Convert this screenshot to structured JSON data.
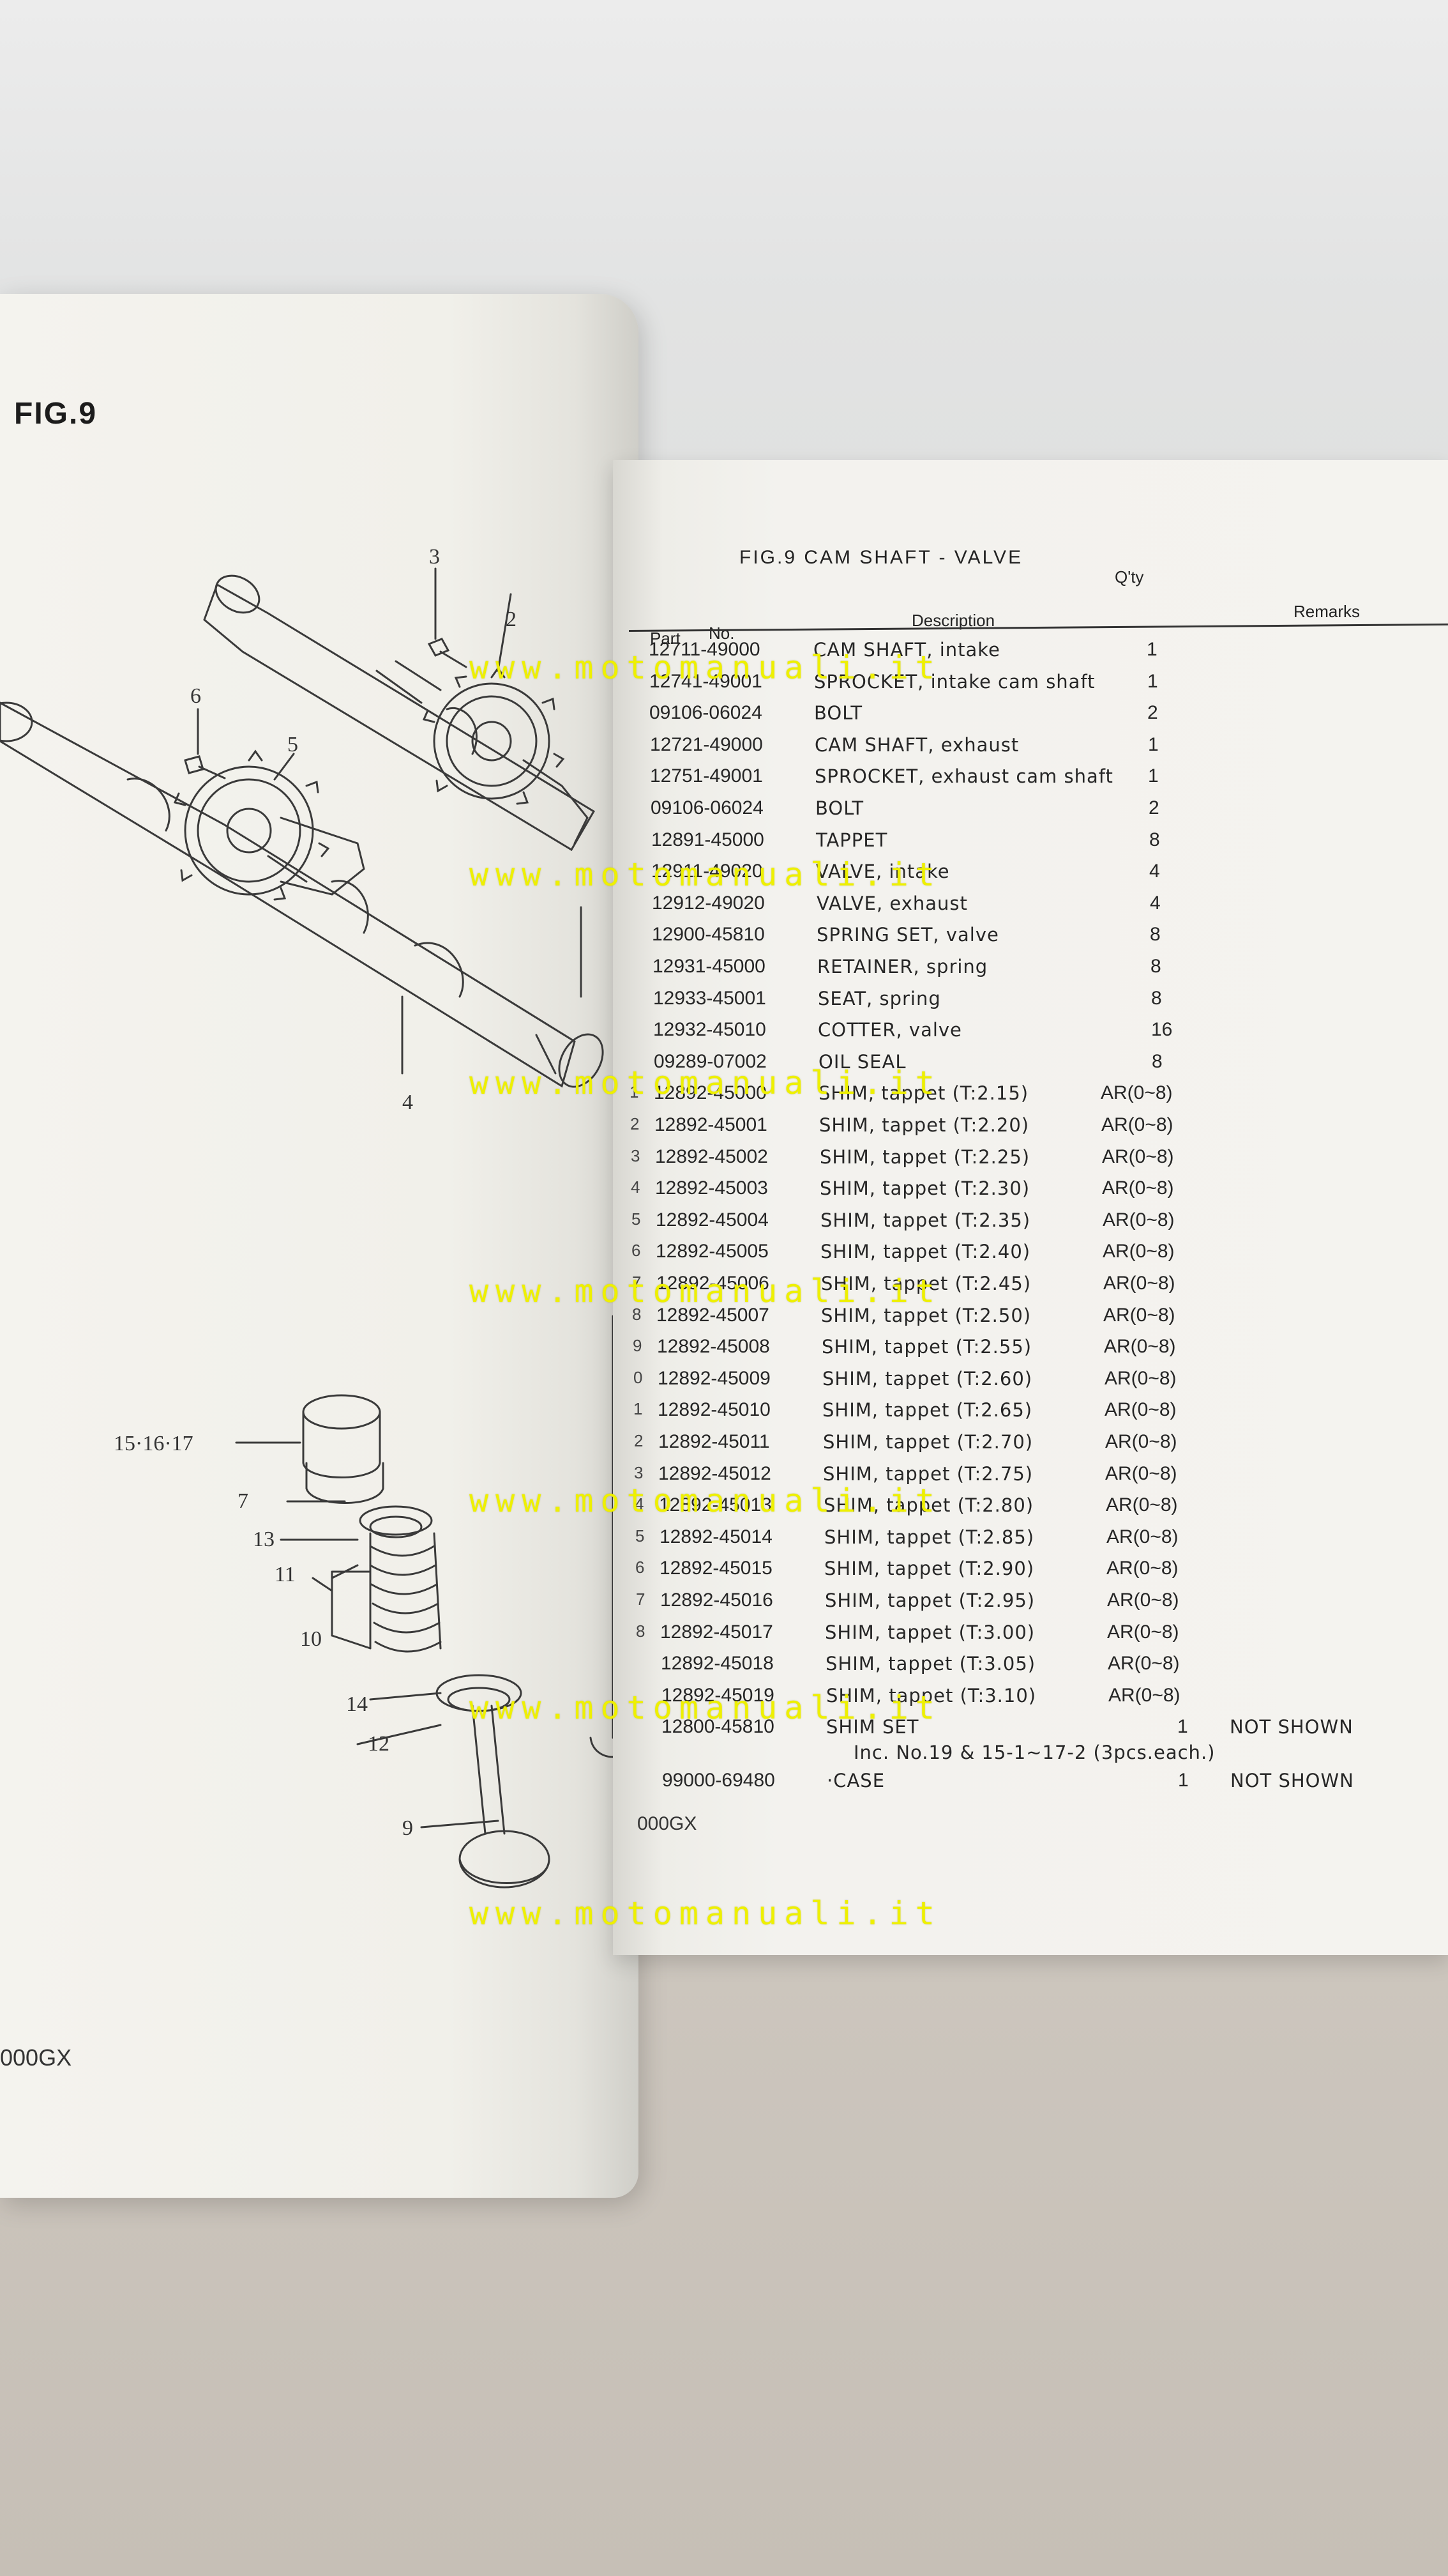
{
  "left_page": {
    "fig_label": "FIG.9",
    "model_fragment": "000GX",
    "callouts": [
      "3",
      "2",
      "6",
      "5",
      "4",
      "15·16·17",
      "7",
      "13",
      "11",
      "10",
      "14",
      "12",
      "9"
    ]
  },
  "right_page": {
    "title": "FIG.9   CAM SHAFT - VALVE",
    "headers": {
      "part": "Part",
      "no": "No.",
      "description": "Description",
      "qty": "Q'ty",
      "remarks": "Remarks"
    },
    "rows": [
      {
        "idx": "",
        "part": "12711-49000",
        "desc": "CAM SHAFT, intake",
        "qty": "1",
        "remarks": ""
      },
      {
        "idx": "",
        "part": "12741-49001",
        "desc": "SPROCKET, intake cam shaft",
        "qty": "1",
        "remarks": ""
      },
      {
        "idx": "",
        "part": "09106-06024",
        "desc": "BOLT",
        "qty": "2",
        "remarks": ""
      },
      {
        "idx": "",
        "part": "12721-49000",
        "desc": "CAM SHAFT, exhaust",
        "qty": "1",
        "remarks": ""
      },
      {
        "idx": "",
        "part": "12751-49001",
        "desc": "SPROCKET, exhaust cam shaft",
        "qty": "1",
        "remarks": ""
      },
      {
        "idx": "",
        "part": "09106-06024",
        "desc": "BOLT",
        "qty": "2",
        "remarks": ""
      },
      {
        "idx": "",
        "part": "12891-45000",
        "desc": "TAPPET",
        "qty": "8",
        "remarks": ""
      },
      {
        "idx": "",
        "part": "12911-49020",
        "desc": "VALVE, intake",
        "qty": "4",
        "remarks": ""
      },
      {
        "idx": "",
        "part": "12912-49020",
        "desc": "VALVE, exhaust",
        "qty": "4",
        "remarks": ""
      },
      {
        "idx": "",
        "part": "12900-45810",
        "desc": "SPRING SET, valve",
        "qty": "8",
        "remarks": ""
      },
      {
        "idx": "",
        "part": "12931-45000",
        "desc": "RETAINER, spring",
        "qty": "8",
        "remarks": ""
      },
      {
        "idx": "",
        "part": "12933-45001",
        "desc": "SEAT, spring",
        "qty": "8",
        "remarks": ""
      },
      {
        "idx": "",
        "part": "12932-45010",
        "desc": "COTTER, valve",
        "qty": "16",
        "remarks": ""
      },
      {
        "idx": "",
        "part": "09289-07002",
        "desc": "OIL SEAL",
        "qty": "8",
        "remarks": ""
      },
      {
        "idx": "1",
        "part": "12892-45000",
        "desc": "SHIM, tappet (T:2.15)",
        "qty": "AR(0~8)",
        "remarks": ""
      },
      {
        "idx": "2",
        "part": "12892-45001",
        "desc": "SHIM, tappet (T:2.20)",
        "qty": "AR(0~8)",
        "remarks": ""
      },
      {
        "idx": "3",
        "part": "12892-45002",
        "desc": "SHIM, tappet (T:2.25)",
        "qty": "AR(0~8)",
        "remarks": ""
      },
      {
        "idx": "4",
        "part": "12892-45003",
        "desc": "SHIM, tappet (T:2.30)",
        "qty": "AR(0~8)",
        "remarks": ""
      },
      {
        "idx": "5",
        "part": "12892-45004",
        "desc": "SHIM, tappet (T:2.35)",
        "qty": "AR(0~8)",
        "remarks": ""
      },
      {
        "idx": "6",
        "part": "12892-45005",
        "desc": "SHIM, tappet (T:2.40)",
        "qty": "AR(0~8)",
        "remarks": ""
      },
      {
        "idx": "7",
        "part": "12892-45006",
        "desc": "SHIM, tappet (T:2.45)",
        "qty": "AR(0~8)",
        "remarks": ""
      },
      {
        "idx": "8",
        "part": "12892-45007",
        "desc": "SHIM, tappet (T:2.50)",
        "qty": "AR(0~8)",
        "remarks": ""
      },
      {
        "idx": "9",
        "part": "12892-45008",
        "desc": "SHIM, tappet (T:2.55)",
        "qty": "AR(0~8)",
        "remarks": ""
      },
      {
        "idx": "0",
        "part": "12892-45009",
        "desc": "SHIM, tappet (T:2.60)",
        "qty": "AR(0~8)",
        "remarks": ""
      },
      {
        "idx": "1",
        "part": "12892-45010",
        "desc": "SHIM, tappet (T:2.65)",
        "qty": "AR(0~8)",
        "remarks": ""
      },
      {
        "idx": "2",
        "part": "12892-45011",
        "desc": "SHIM, tappet (T:2.70)",
        "qty": "AR(0~8)",
        "remarks": ""
      },
      {
        "idx": "3",
        "part": "12892-45012",
        "desc": "SHIM, tappet (T:2.75)",
        "qty": "AR(0~8)",
        "remarks": ""
      },
      {
        "idx": "4",
        "part": "12892-45013",
        "desc": "SHIM, tappet (T:2.80)",
        "qty": "AR(0~8)",
        "remarks": ""
      },
      {
        "idx": "5",
        "part": "12892-45014",
        "desc": "SHIM, tappet (T:2.85)",
        "qty": "AR(0~8)",
        "remarks": ""
      },
      {
        "idx": "6",
        "part": "12892-45015",
        "desc": "SHIM, tappet (T:2.90)",
        "qty": "AR(0~8)",
        "remarks": ""
      },
      {
        "idx": "7",
        "part": "12892-45016",
        "desc": "SHIM, tappet (T:2.95)",
        "qty": "AR(0~8)",
        "remarks": ""
      },
      {
        "idx": "8",
        "part": "12892-45017",
        "desc": "SHIM, tappet (T:3.00)",
        "qty": "AR(0~8)",
        "remarks": ""
      },
      {
        "idx": "",
        "part": "12892-45018",
        "desc": "SHIM, tappet (T:3.05)",
        "qty": "AR(0~8)",
        "remarks": ""
      },
      {
        "idx": "",
        "part": "12892-45019",
        "desc": "SHIM, tappet (T:3.10)",
        "qty": "AR(0~8)",
        "remarks": ""
      },
      {
        "idx": "",
        "part": "12800-45810",
        "desc": "SHIM SET",
        "qty": "1",
        "remarks": "NOT SHOWN"
      },
      {
        "idx": "",
        "part": "",
        "desc": "Inc. No.19 & 15-1~17-2 (3pcs.each.)",
        "qty": "",
        "remarks": ""
      },
      {
        "idx": "",
        "part": "99000-69480",
        "desc": "·CASE",
        "qty": "1",
        "remarks": "NOT SHOWN"
      }
    ],
    "model_fragment": "000GX"
  },
  "watermark": "www.motomanuali.it"
}
